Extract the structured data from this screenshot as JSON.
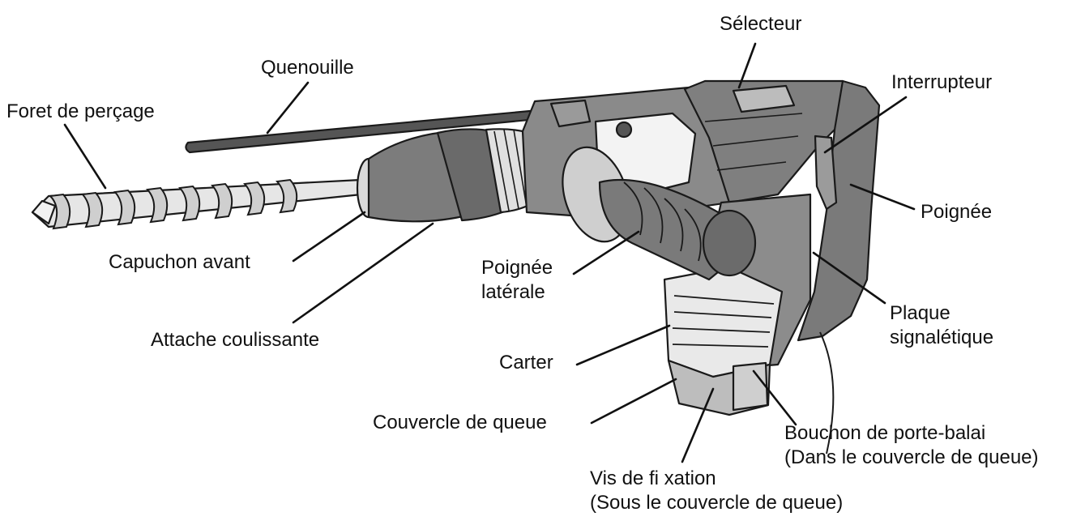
{
  "labels": {
    "selecteur": "Sélecteur",
    "quenouille": "Quenouille",
    "interrupteur": "Interrupteur",
    "foret": "Foret de perçage",
    "poignee": "Poignée",
    "capuchon": "Capuchon avant",
    "poignee_laterale": [
      "Poignée",
      "latérale"
    ],
    "plaque": [
      "Plaque",
      "signalétique"
    ],
    "attache": "Attache coulissante",
    "carter": "Carter",
    "couvercle": "Couvercle de queue",
    "bouchon": [
      "Bouchon de porte-balai",
      "(Dans le couvercle de queue)"
    ],
    "vis": [
      "Vis de fi xation",
      "(Sous le couvercle de queue)"
    ]
  }
}
